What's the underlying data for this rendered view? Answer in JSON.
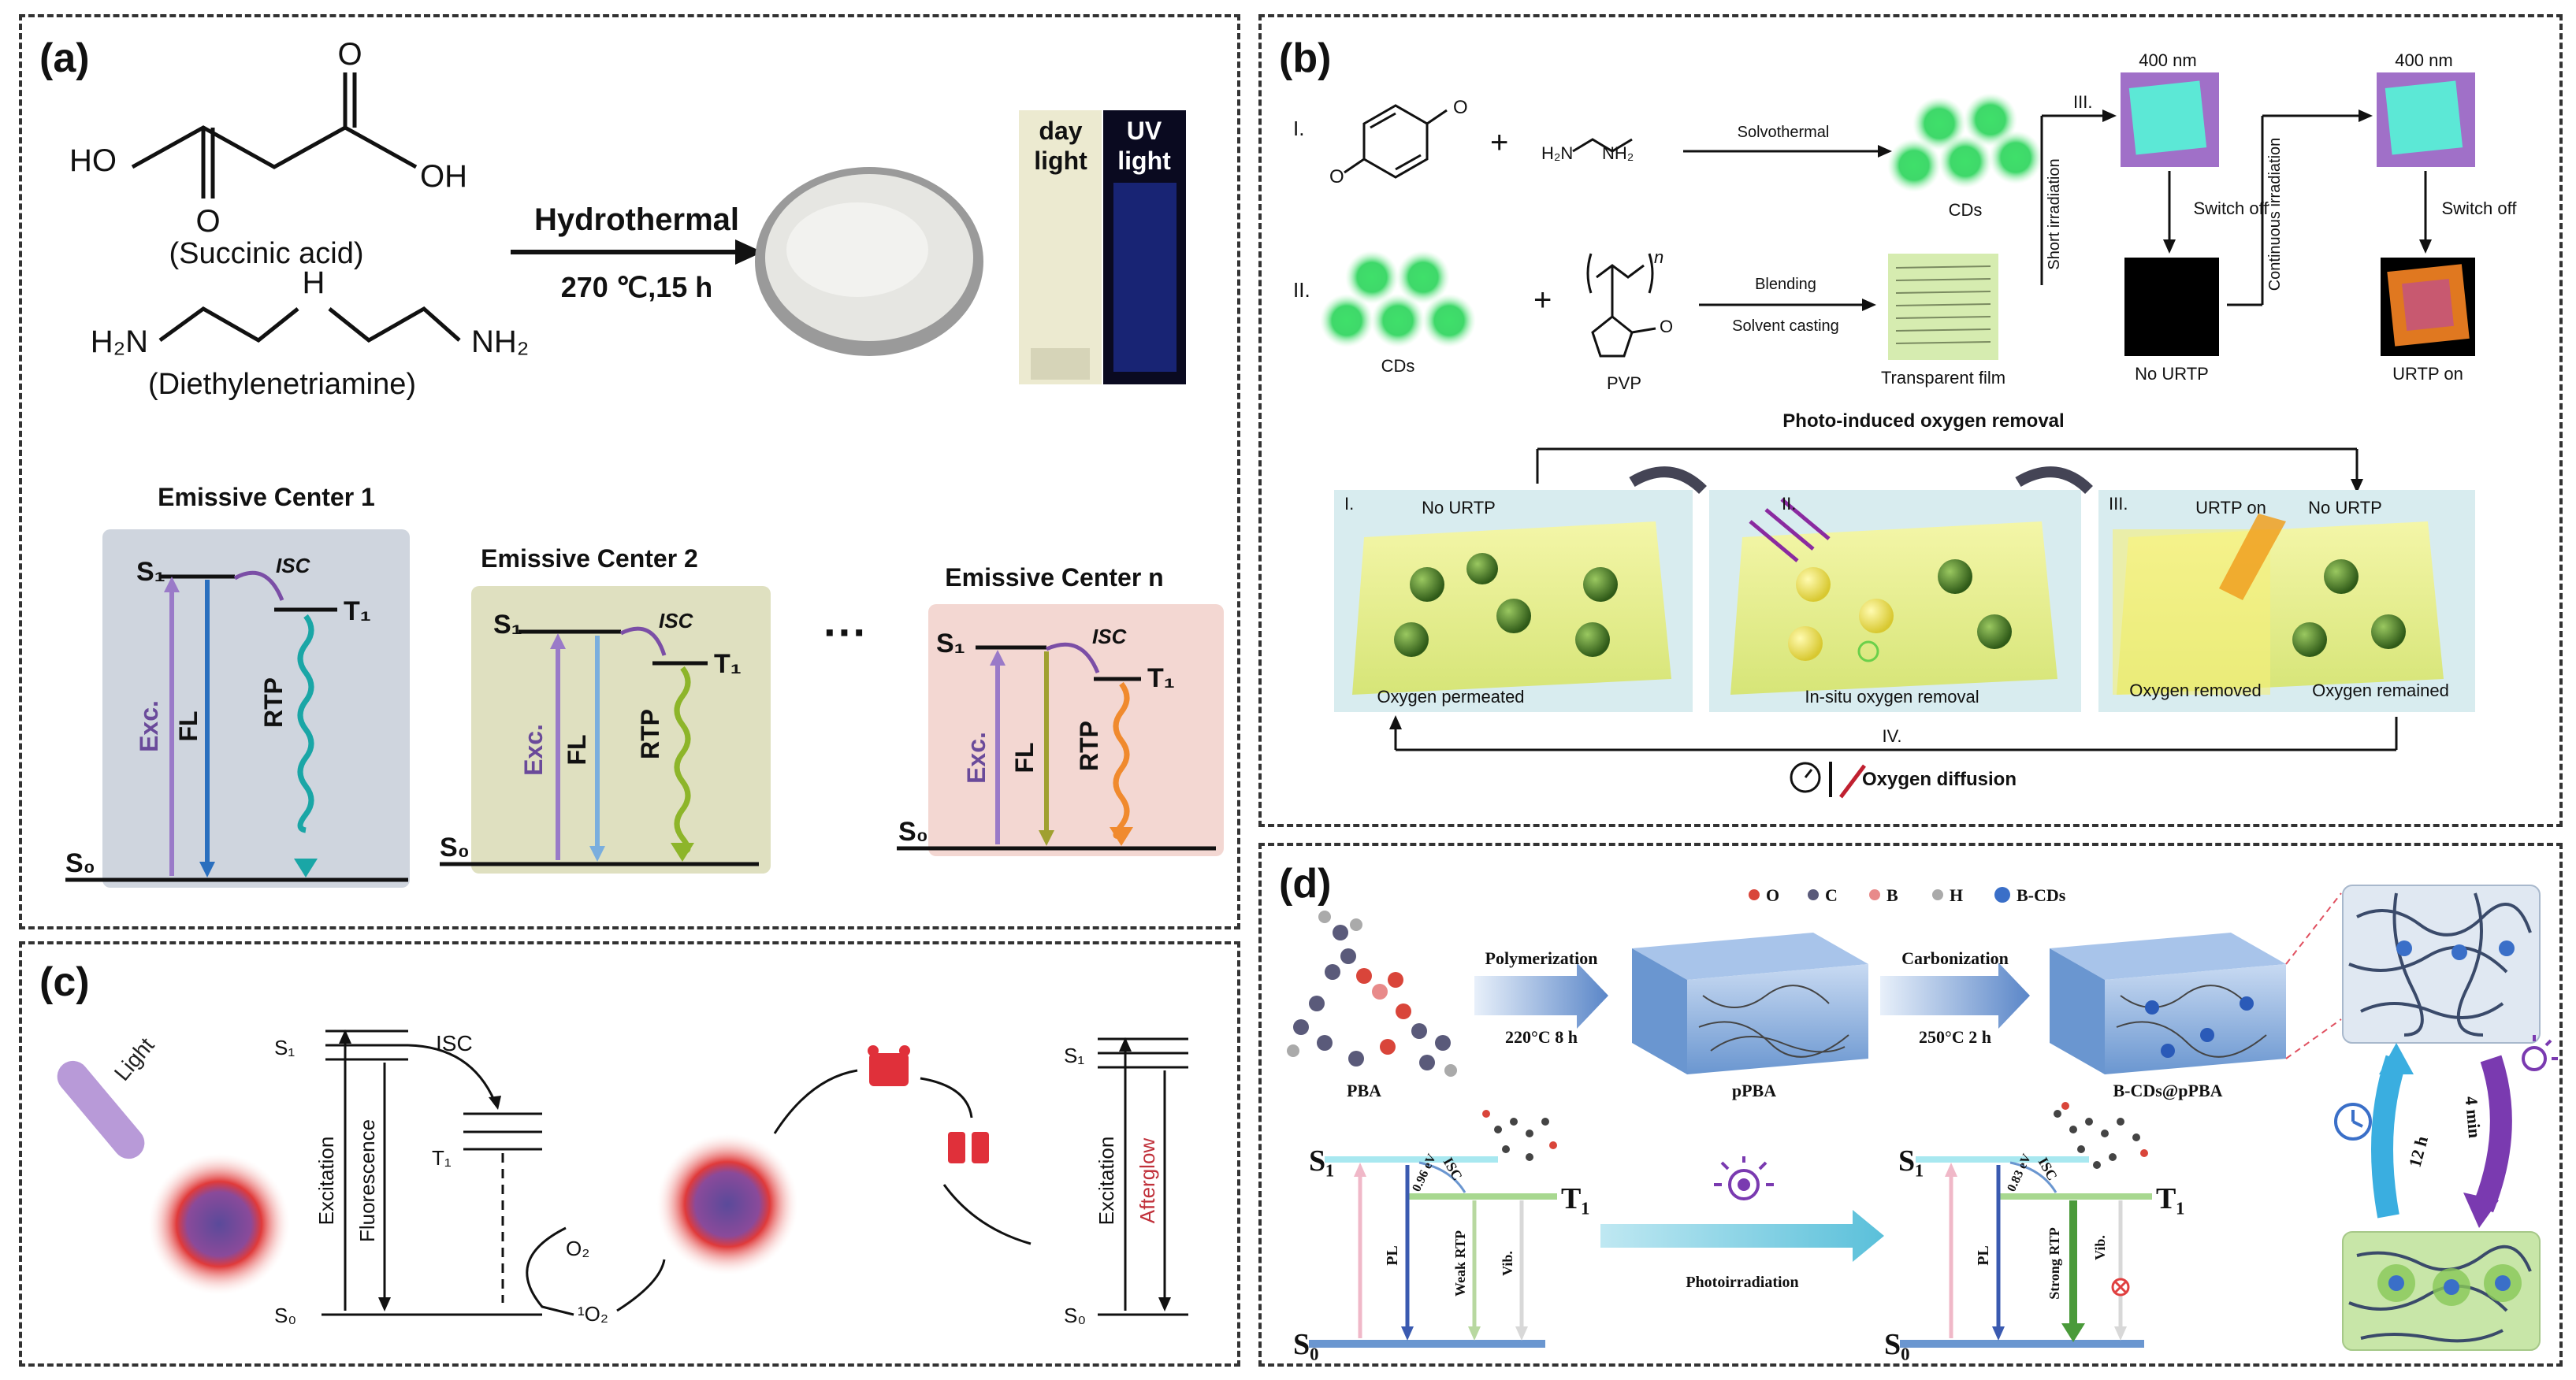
{
  "panels": {
    "a": {
      "label": "(a)",
      "chem1": "(Succinic acid)",
      "chem2": "(Diethylenetriamine)",
      "ho": "HO",
      "oh": "OH",
      "o": "O",
      "h": "H",
      "h2n": "H₂N",
      "nh2": "NH₂",
      "arrow_top": "Hydrothermal",
      "arrow_bottom": "270 ℃,15 h",
      "vial_day": "day light",
      "vial_uv": "UV light",
      "centers": [
        {
          "title": "Emissive Center 1",
          "bg": "#cfd5de",
          "rtp_color": "#1aa6a6"
        },
        {
          "title": "Emissive Center 2",
          "bg": "#dfe0c0",
          "rtp_color": "#8db52a"
        },
        {
          "title": "Emissive Center n",
          "bg": "#f3d7d2",
          "rtp_color": "#f08a2e"
        }
      ],
      "s1": "S₁",
      "t1": "T₁",
      "s0": "S₀",
      "isc": "ISC",
      "exc": "Exc.",
      "fl": "FL",
      "rtp": "RTP",
      "dots": "···"
    },
    "b": {
      "label": "(b)",
      "row1_num": "I.",
      "row2_num": "II.",
      "plus": "+",
      "o": "O",
      "ethylenediamine": "H₂N      NH₂",
      "solvothermal": "Solvothermal",
      "cds": "CDs",
      "blending": "Blending",
      "solvent_casting": "Solvent casting",
      "transparent_film": "Transparent film",
      "pvp": "PVP",
      "n": "n",
      "short_irr": "Short irradiation",
      "cont_irr": "Continuous irradiation",
      "iii": "III.",
      "nm400a": "400 nm",
      "nm400b": "400 nm",
      "switch_off1": "Switch off",
      "switch_off2": "Switch off",
      "no_urtp": "No URTP",
      "urtp_on": "URTP on",
      "photo_removal": "Photo-induced oxygen removal",
      "box1_num": "I.",
      "box1_top": "No URTP",
      "box1_bottom": "Oxygen permeated",
      "box2_num": "II.",
      "box2_bottom": "In-situ oxygen removal",
      "box3_num": "III.",
      "box3_top1": "URTP on",
      "box3_top2": "No URTP",
      "box3_bottom1": "Oxygen removed",
      "box3_bottom2": "Oxygen remained",
      "iv": "IV.",
      "oxygen_diffusion": "Oxygen diffusion"
    },
    "c": {
      "label": "(c)",
      "light": "Light",
      "s1": "S₁",
      "t1": "T₁",
      "s0": "S₀",
      "isc": "ISC",
      "excitation": "Excitation",
      "fluorescence": "Fluorescence",
      "o2": "O₂",
      "singlet_o2": "¹O₂",
      "s1b": "S₁",
      "s0b": "S₀",
      "excitation2": "Excitation",
      "afterglow": "Afterglow"
    },
    "d": {
      "label": "(d)",
      "legend": [
        "O",
        "C",
        "B",
        "H",
        "B-CDs"
      ],
      "legend_colors": [
        "#d9453a",
        "#5a5a7a",
        "#e88a8a",
        "#aaaaaa",
        "#3a6fc8"
      ],
      "polymerization": "Polymerization",
      "poly_cond": "220°C 8 h",
      "carbonization": "Carbonization",
      "carb_cond": "250°C 2 h",
      "pba": "PBA",
      "ppba": "pPBA",
      "bcds": "B-CDs@pPBA",
      "s1": "S₁",
      "t1": "T₁",
      "s0": "S₀",
      "isc": "ISC",
      "gap1": "0.96 eV",
      "gap2": "0.83 eV",
      "pl": "PL",
      "weak_rtp": "Weak RTP",
      "strong_rtp": "Strong RTP",
      "vib": "Vib.",
      "photoirradiation": "Photoirradiation",
      "h12": "12 h",
      "min4": "4 min"
    }
  }
}
